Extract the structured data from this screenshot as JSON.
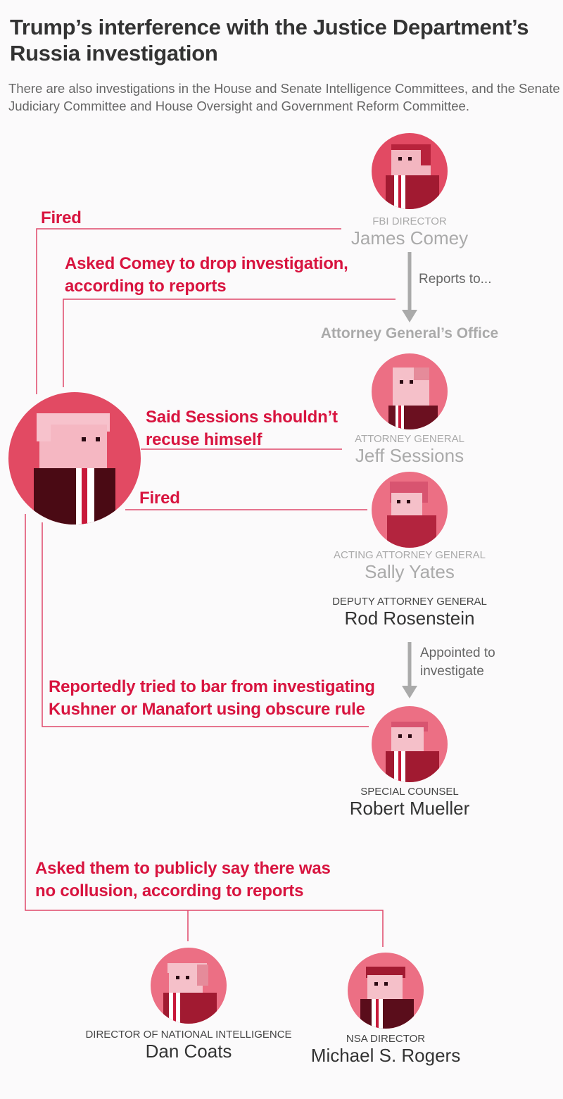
{
  "header": {
    "title": "Trump’s interference with the Justice Department’s Russia investigation",
    "subtitle": "There are also investigations in the House and Senate Intelligence Committees, and the Senate Judiciary Committee and House Oversight and Government Reform Committee."
  },
  "actions": {
    "fired_comey": "Fired",
    "asked_comey_line1": "Asked Comey to drop investigation,",
    "asked_comey_line2": "according to reports",
    "sessions_line1": "Said Sessions shouldn’t",
    "sessions_line2": "recuse himself",
    "fired_yates": "Fired",
    "kushner_line1": "Reportedly tried to bar from investigating",
    "kushner_line2": "Kushner or Manafort using obscure rule",
    "collusion_line1": "Asked them to publicly say there was",
    "collusion_line2": "no collusion, according to reports"
  },
  "people": {
    "comey": {
      "role": "FBI DIRECTOR",
      "name": "James Comey"
    },
    "sessions": {
      "role": "ATTORNEY GENERAL",
      "name": "Jeff Sessions"
    },
    "yates": {
      "role": "ACTING ATTORNEY GENERAL",
      "name": "Sally Yates"
    },
    "rosenstein": {
      "role": "DEPUTY ATTORNEY GENERAL",
      "name": "Rod Rosenstein"
    },
    "mueller": {
      "role": "SPECIAL COUNSEL",
      "name": "Robert Mueller"
    },
    "coats": {
      "role": "DIRECTOR OF NATIONAL INTELLIGENCE",
      "name": "Dan Coats"
    },
    "rogers": {
      "role": "NSA DIRECTOR",
      "name": "Michael S. Rogers"
    }
  },
  "notes": {
    "reports_to": "Reports to...",
    "appointed_line1": "Appointed to",
    "appointed_line2": "investigate",
    "ag_office": "Attorney General’s Office"
  },
  "colors": {
    "accent": "#d8143f",
    "line": "#e0476a",
    "avatar_dark": "#e24a63",
    "avatar_light": "#ec6f84",
    "arrow": "#aaaaaa"
  },
  "icons": {
    "trump": "trump-avatar-icon",
    "comey": "comey-avatar-icon",
    "sessions": "sessions-avatar-icon",
    "yates": "yates-avatar-icon",
    "mueller": "mueller-avatar-icon",
    "coats": "coats-avatar-icon",
    "rogers": "rogers-avatar-icon"
  }
}
